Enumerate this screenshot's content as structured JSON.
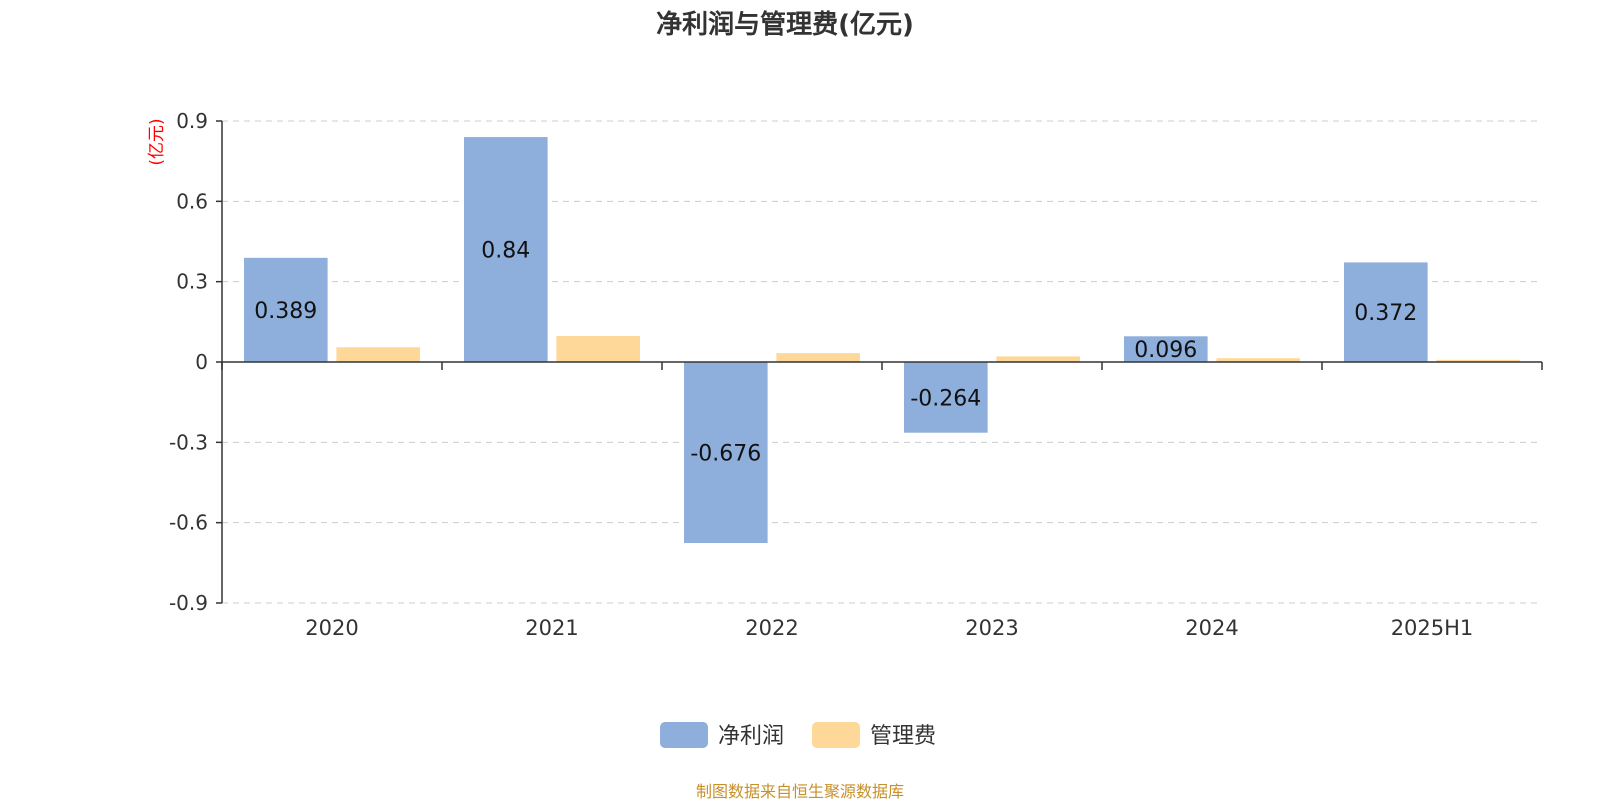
{
  "title": "净利润与管理费(亿元)",
  "source_text": "制图数据来自恒生聚源数据库",
  "colors": {
    "net_profit": "#8eaedb",
    "admin_fee": "#fdd898",
    "unit": "#ff0000",
    "source": "#c8902a"
  },
  "chart_data": {
    "type": "bar",
    "title": "净利润与管理费(亿元)",
    "ylabel": "(亿元)",
    "xlabel": "",
    "categories": [
      "2020",
      "2021",
      "2022",
      "2023",
      "2024",
      "2025H1"
    ],
    "ylim": [
      -0.9,
      0.9
    ],
    "yticks": [
      0.9,
      0.6,
      0.3,
      0,
      -0.3,
      -0.6,
      -0.9
    ],
    "ytick_labels": [
      "0.9",
      "0.6",
      "0.3",
      "0",
      "-0.3",
      "-0.6",
      "-0.9"
    ],
    "grid": true,
    "legend_position": "bottom",
    "series": [
      {
        "name": "净利润",
        "color": "#8eaedb",
        "values": [
          0.389,
          0.84,
          -0.676,
          -0.264,
          0.096,
          0.372
        ],
        "labels": [
          "0.389",
          "0.84",
          "-0.676",
          "-0.264",
          "0.096",
          "0.372"
        ]
      },
      {
        "name": "管理费",
        "color": "#fdd898",
        "values": [
          0.055,
          0.097,
          0.033,
          0.021,
          0.014,
          0.008
        ]
      }
    ]
  }
}
